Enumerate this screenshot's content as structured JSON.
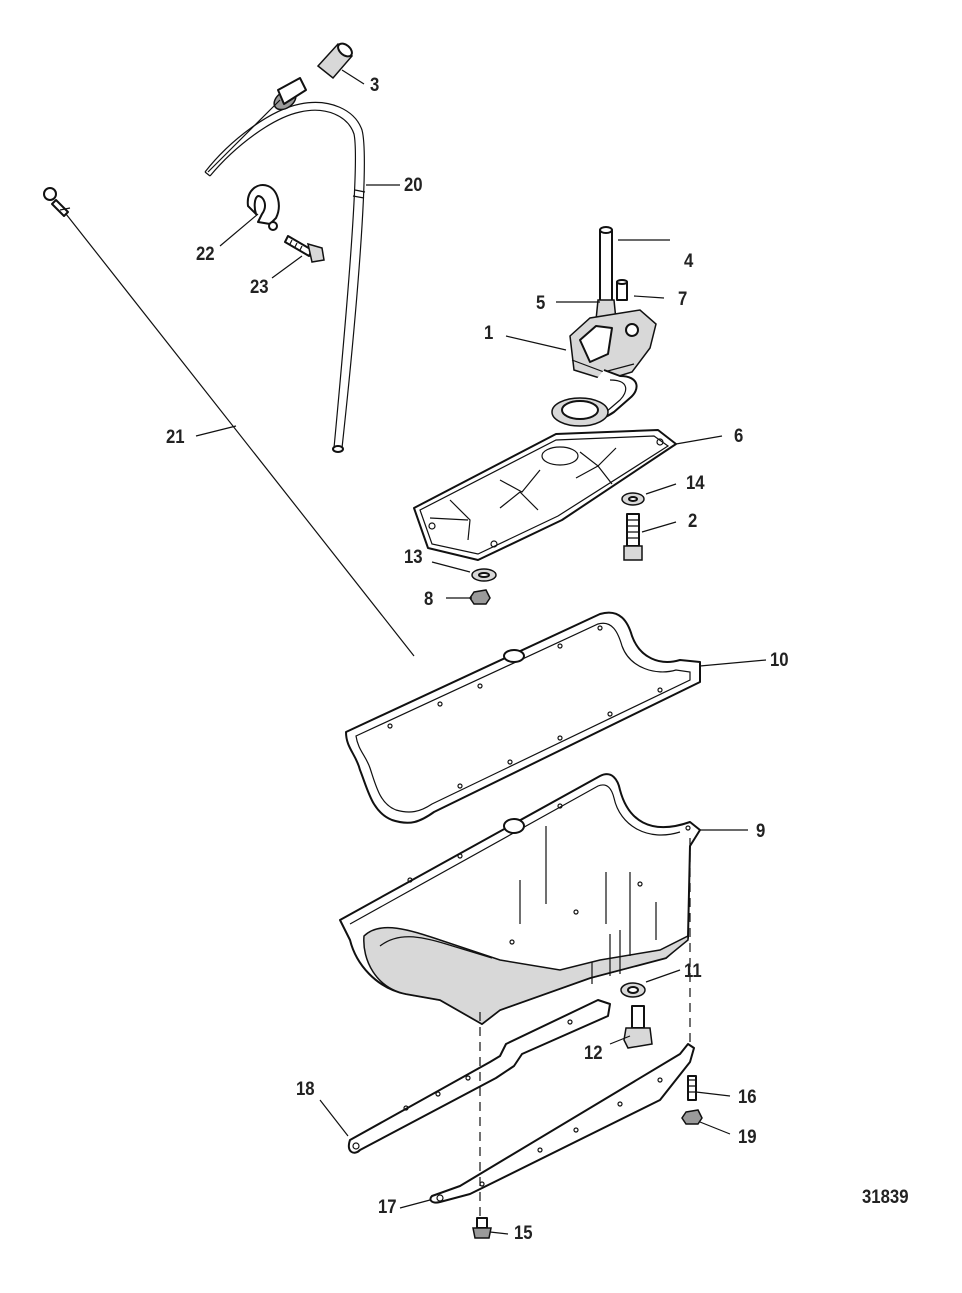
{
  "figure_id": "31839",
  "callouts": [
    {
      "label": "1"
    },
    {
      "label": "2"
    },
    {
      "label": "3"
    },
    {
      "label": "4"
    },
    {
      "label": "5"
    },
    {
      "label": "6"
    },
    {
      "label": "7"
    },
    {
      "label": "8"
    },
    {
      "label": "9"
    },
    {
      "label": "10"
    },
    {
      "label": "11"
    },
    {
      "label": "12"
    },
    {
      "label": "13"
    },
    {
      "label": "14"
    },
    {
      "label": "15"
    },
    {
      "label": "16"
    },
    {
      "label": "17"
    },
    {
      "label": "18"
    },
    {
      "label": "19"
    },
    {
      "label": "20"
    },
    {
      "label": "21"
    },
    {
      "label": "22"
    },
    {
      "label": "23"
    }
  ]
}
